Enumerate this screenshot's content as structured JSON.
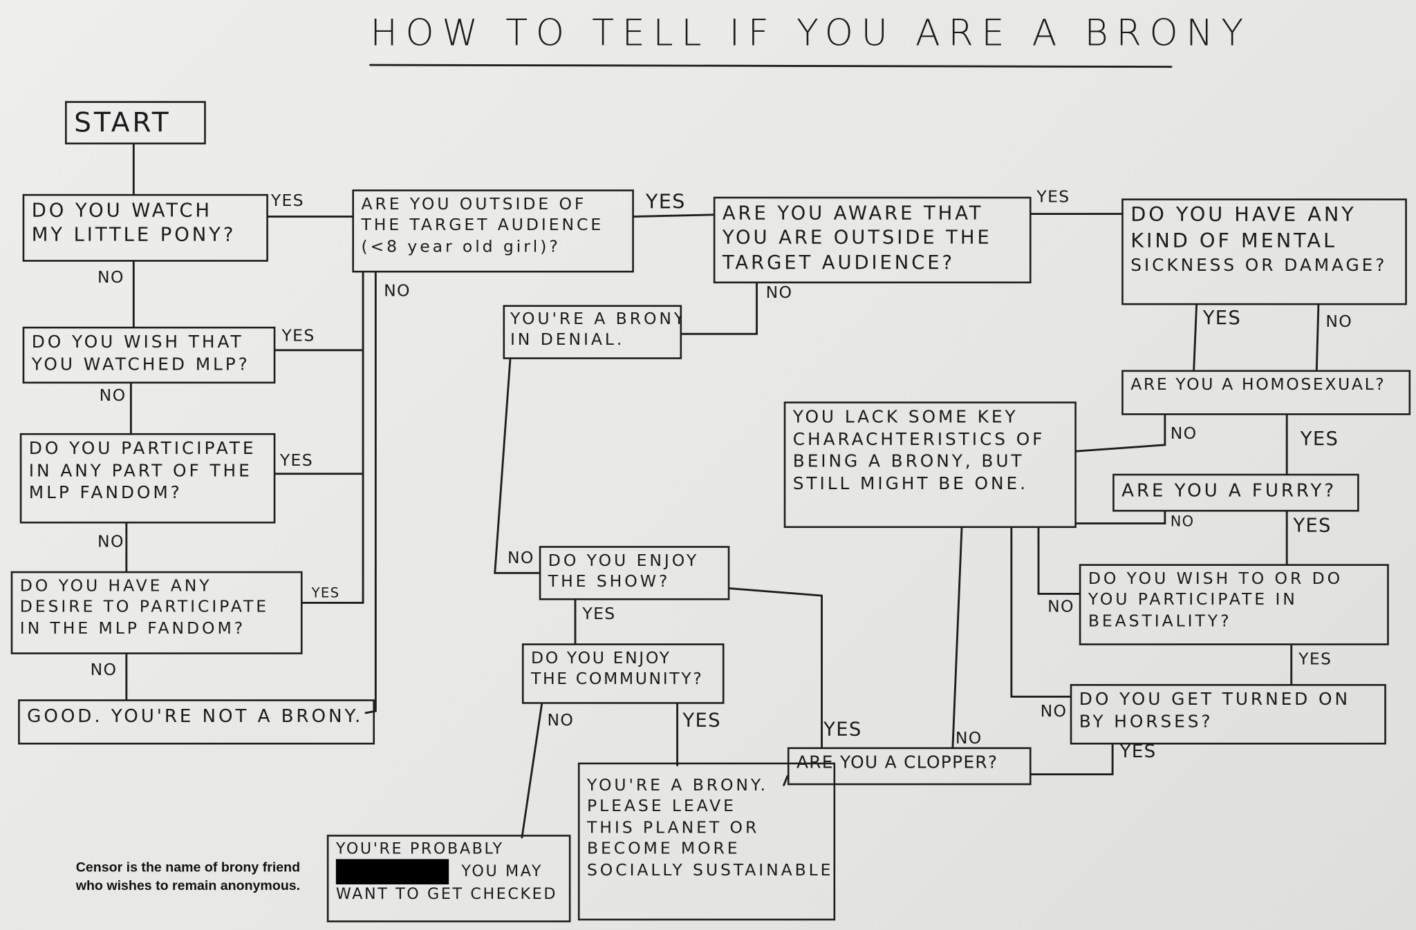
{
  "title": "HOW TO TELL IF YOU ARE A BRONY",
  "nodes": {
    "start": [
      "START"
    ],
    "watch": [
      "Do you watch",
      "my little pony?"
    ],
    "wish": [
      "Do you wish that",
      "you watched MLP?"
    ],
    "participate": [
      "Do you participate",
      "in any part of the",
      "MLP fandom?"
    ],
    "desire": [
      "Do you have any",
      "desire to participate",
      "in the MLP fandom?"
    ],
    "not_brony": [
      "Good. You're not a brony."
    ],
    "outside": [
      "Are you outside of",
      "the target audience",
      "(<8 year old girl)?"
    ],
    "aware": [
      "Are you aware that",
      "you are outside the",
      "target audience?"
    ],
    "denial": [
      "You're a brony",
      "in denial."
    ],
    "mental": [
      "Do you have any",
      "kind of mental",
      "sickness or damage?"
    ],
    "homosexual": [
      "Are you a homosexual?"
    ],
    "lack": [
      "You lack some key",
      "charachteristics of",
      "being a brony, but",
      "still might be one."
    ],
    "furry": [
      "Are you a furry?"
    ],
    "beastiality": [
      "Do you wish to or do",
      "you participate in",
      "beastiality?"
    ],
    "horses": [
      "Do you get turned on",
      "by horses?"
    ],
    "clopper": [
      "Are you a clopper?"
    ],
    "show": [
      "Do you enjoy",
      "the show?"
    ],
    "community": [
      "Do you enjoy",
      "the community?"
    ],
    "brony": [
      "You're a brony.",
      "Please leave",
      "this planet or",
      "become more",
      "socially sustainable."
    ],
    "probably": [
      "You're probably",
      "you may",
      "want to get checked"
    ]
  },
  "edges": {
    "yes": "YES",
    "no": "NO"
  },
  "caption": [
    "Censor is the name of brony friend",
    "who wishes to remain anonymous."
  ]
}
